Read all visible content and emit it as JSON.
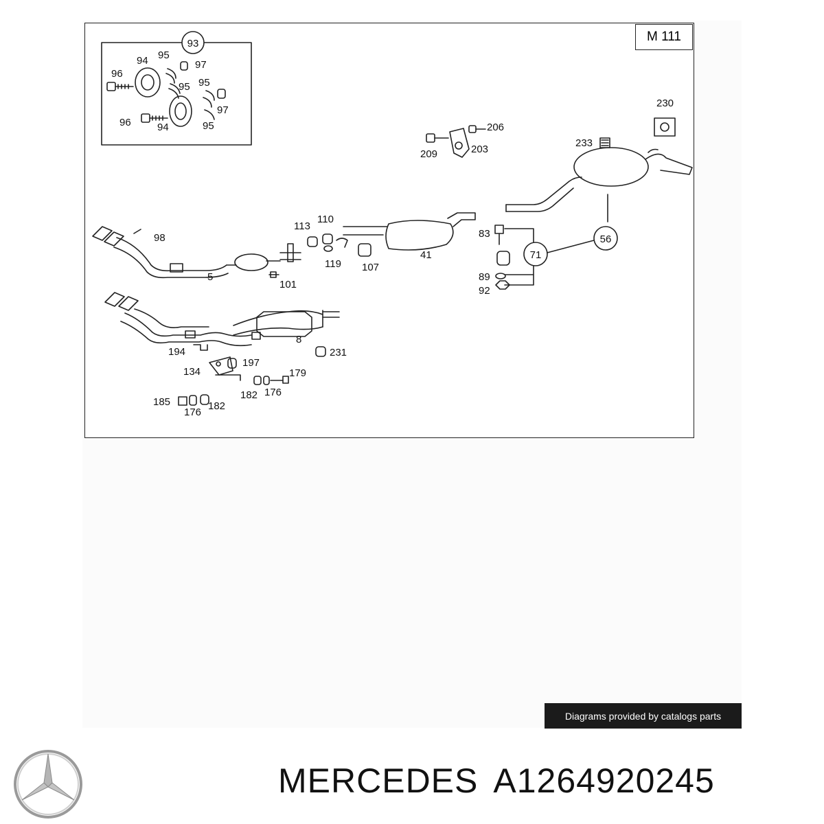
{
  "diagram": {
    "model_code": "M 111",
    "inset_callout": "93",
    "callouts": {
      "c56": "56",
      "c71": "71"
    },
    "labels": {
      "l94a": "94",
      "l95a": "95",
      "l97a": "97",
      "l96a": "96",
      "l95b": "95",
      "l95c": "95",
      "l97b": "97",
      "l96b": "96",
      "l94b": "94",
      "l95d": "95",
      "l230": "230",
      "l206": "206",
      "l209": "209",
      "l203": "203",
      "l233": "233",
      "l98": "98",
      "l5": "5",
      "l101": "101",
      "l113": "113",
      "l110": "110",
      "l119": "119",
      "l107": "107",
      "l41": "41",
      "l83": "83",
      "l89": "89",
      "l92": "92",
      "l8": "8",
      "l231": "231",
      "l194": "194",
      "l134": "134",
      "l197": "197",
      "l179": "179",
      "l182a": "182",
      "l176a": "176",
      "l185": "185",
      "l176b": "176",
      "l182b": "182"
    }
  },
  "footer": {
    "credit": "Diagrams provided by catalogs parts",
    "brand": "MERCEDES",
    "part_number": "A1264920245"
  },
  "colors": {
    "line": "#222222",
    "credit_bg": "#1b1b1b",
    "credit_text": "#ffffff"
  },
  "icons": {
    "logo": "mercedes-star-logo"
  }
}
